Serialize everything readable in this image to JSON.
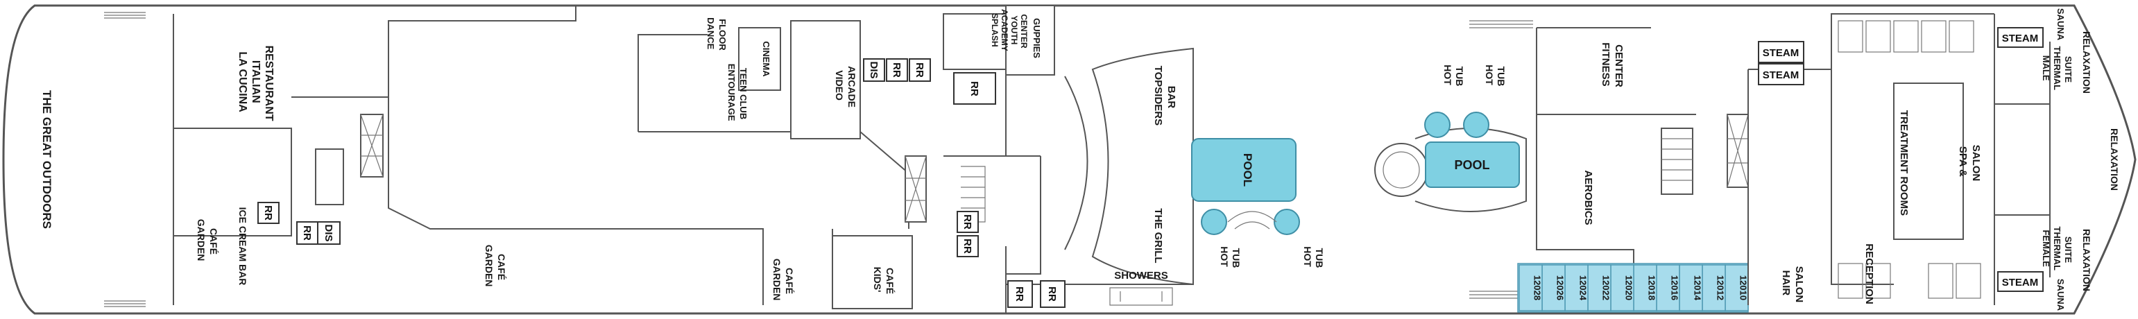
{
  "colors": {
    "water": "#7fd0e2",
    "cabin": "#a7dcec",
    "wall": "#555555",
    "background": "#ffffff"
  },
  "labels": {
    "great_outdoors": "THE GREAT OUTDOORS",
    "la_cucina": [
      "LA CUCINA",
      "ITALIAN",
      "RESTAURANT"
    ],
    "garden_cafe_small": [
      "GARDEN",
      "CAFÉ"
    ],
    "ice_cream_bar": "ICE CREAM BAR",
    "garden_cafe_1": [
      "GARDEN",
      "CAFÉ"
    ],
    "garden_cafe_2": [
      "GARDEN",
      "CAFÉ"
    ],
    "kids_cafe": [
      "KIDS'",
      "CAFÉ"
    ],
    "dance_floor": [
      "DANCE",
      "FLOOR"
    ],
    "entourage": [
      "ENTOURAGE",
      "TEEN CLUB"
    ],
    "cinema": "CINEMA",
    "video_arcade": [
      "VIDEO",
      "ARCADE"
    ],
    "splash_academy": [
      "SPLASH",
      "ACADEMY",
      "YOUTH",
      "CENTER"
    ],
    "guppies": "GUPPIES",
    "topsiders_bar": [
      "TOPSIDERS",
      "BAR"
    ],
    "the_grill": "THE GRILL",
    "showers": "SHOWERS",
    "pool_1": "POOL",
    "hot_tub_1": [
      "HOT",
      "TUB"
    ],
    "hot_tub_2": [
      "HOT",
      "TUB"
    ],
    "hot_tub_3": [
      "HOT",
      "TUB"
    ],
    "hot_tub_4": [
      "HOT",
      "TUB"
    ],
    "pool_2": "POOL",
    "fitness_center": [
      "FITNESS",
      "CENTER"
    ],
    "aerobics": "AEROBICS",
    "hair_salon": [
      "HAIR",
      "SALON"
    ],
    "reception": "RECEPTION",
    "treatment_rooms": "TREATMENT ROOMS",
    "spa_salon": [
      "SPA &",
      "SALON"
    ],
    "male_thermal": [
      "MALE",
      "THERMAL",
      "SUITE"
    ],
    "female_thermal": [
      "FEMALE",
      "THERMAL",
      "SUITE"
    ],
    "relaxation_top": "RELAXATION",
    "relaxation_mid": "RELAXATION",
    "relaxation_bottom": "RELAXATION",
    "sauna_top": "SAUNA",
    "sauna_bottom": "SAUNA"
  },
  "tags": {
    "rr": "RR",
    "dis": "DIS",
    "steam": "STEAM"
  },
  "cabins": [
    "12010",
    "12012",
    "12014",
    "12016",
    "12018",
    "12020",
    "12022",
    "12024",
    "12026",
    "12028"
  ]
}
